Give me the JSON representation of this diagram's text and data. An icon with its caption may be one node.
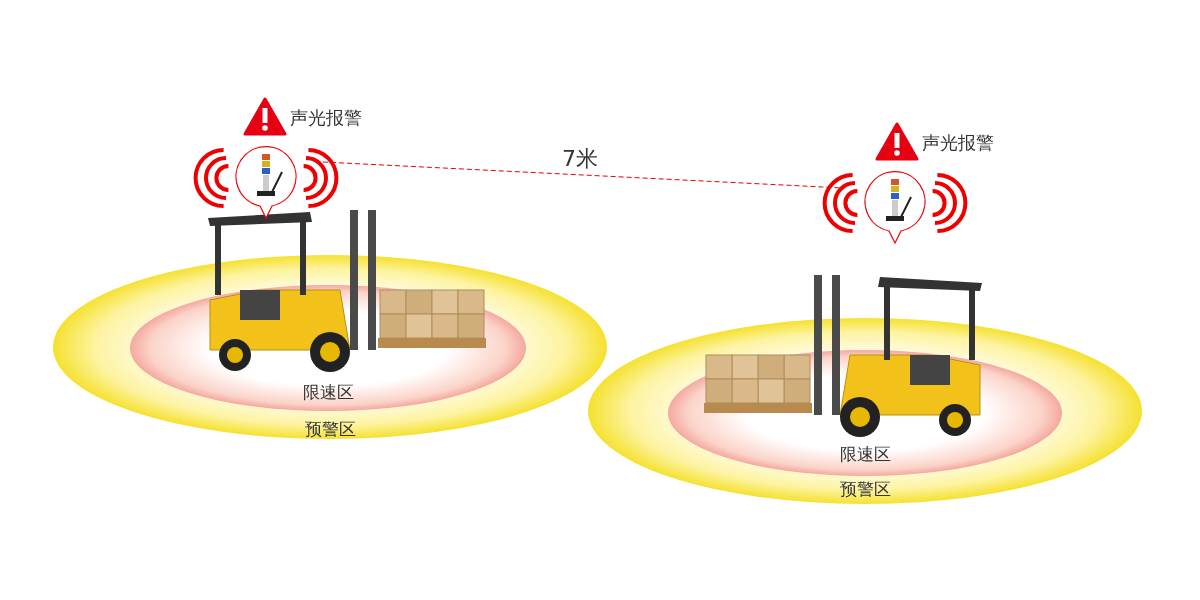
{
  "diagram": {
    "nodes": [
      {
        "text": [
          "预警区"
        ]
      },
      {
        "text": [
          "限速区"
        ],
        "in": 0
      },
      {
        "text": [
          "预警区"
        ]
      },
      {
        "text": [
          "限速区"
        ],
        "in": 2
      }
    ],
    "labels": [
      "声光报警",
      "7米",
      "声光报警"
    ]
  }
}
